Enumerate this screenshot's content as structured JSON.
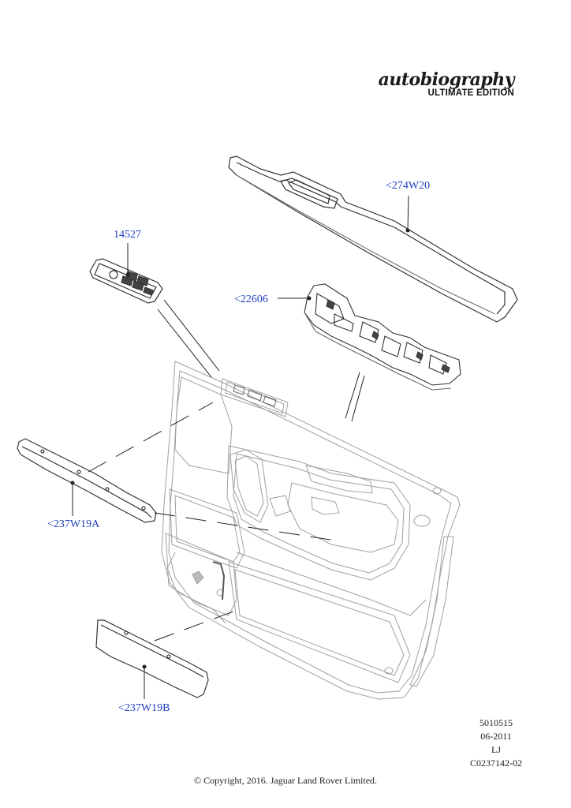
{
  "brand": {
    "script": "autobiography",
    "edition": "ULTIMATE EDITION"
  },
  "callouts": {
    "c274": "<274W20",
    "c14527": "14527",
    "c22606": "<22606",
    "c237a": "<237W19A",
    "c237b": "<237W19B"
  },
  "meta": {
    "line1": "5010515",
    "line2": "06-2011",
    "line3": "LJ",
    "line4": "C0237142-02"
  },
  "copyright": "© Copyright, 2016. Jaguar Land Rover Limited.",
  "colors": {
    "callout": "#1f3fbf",
    "linework": "#333333",
    "panel": "#9a9a9a"
  }
}
